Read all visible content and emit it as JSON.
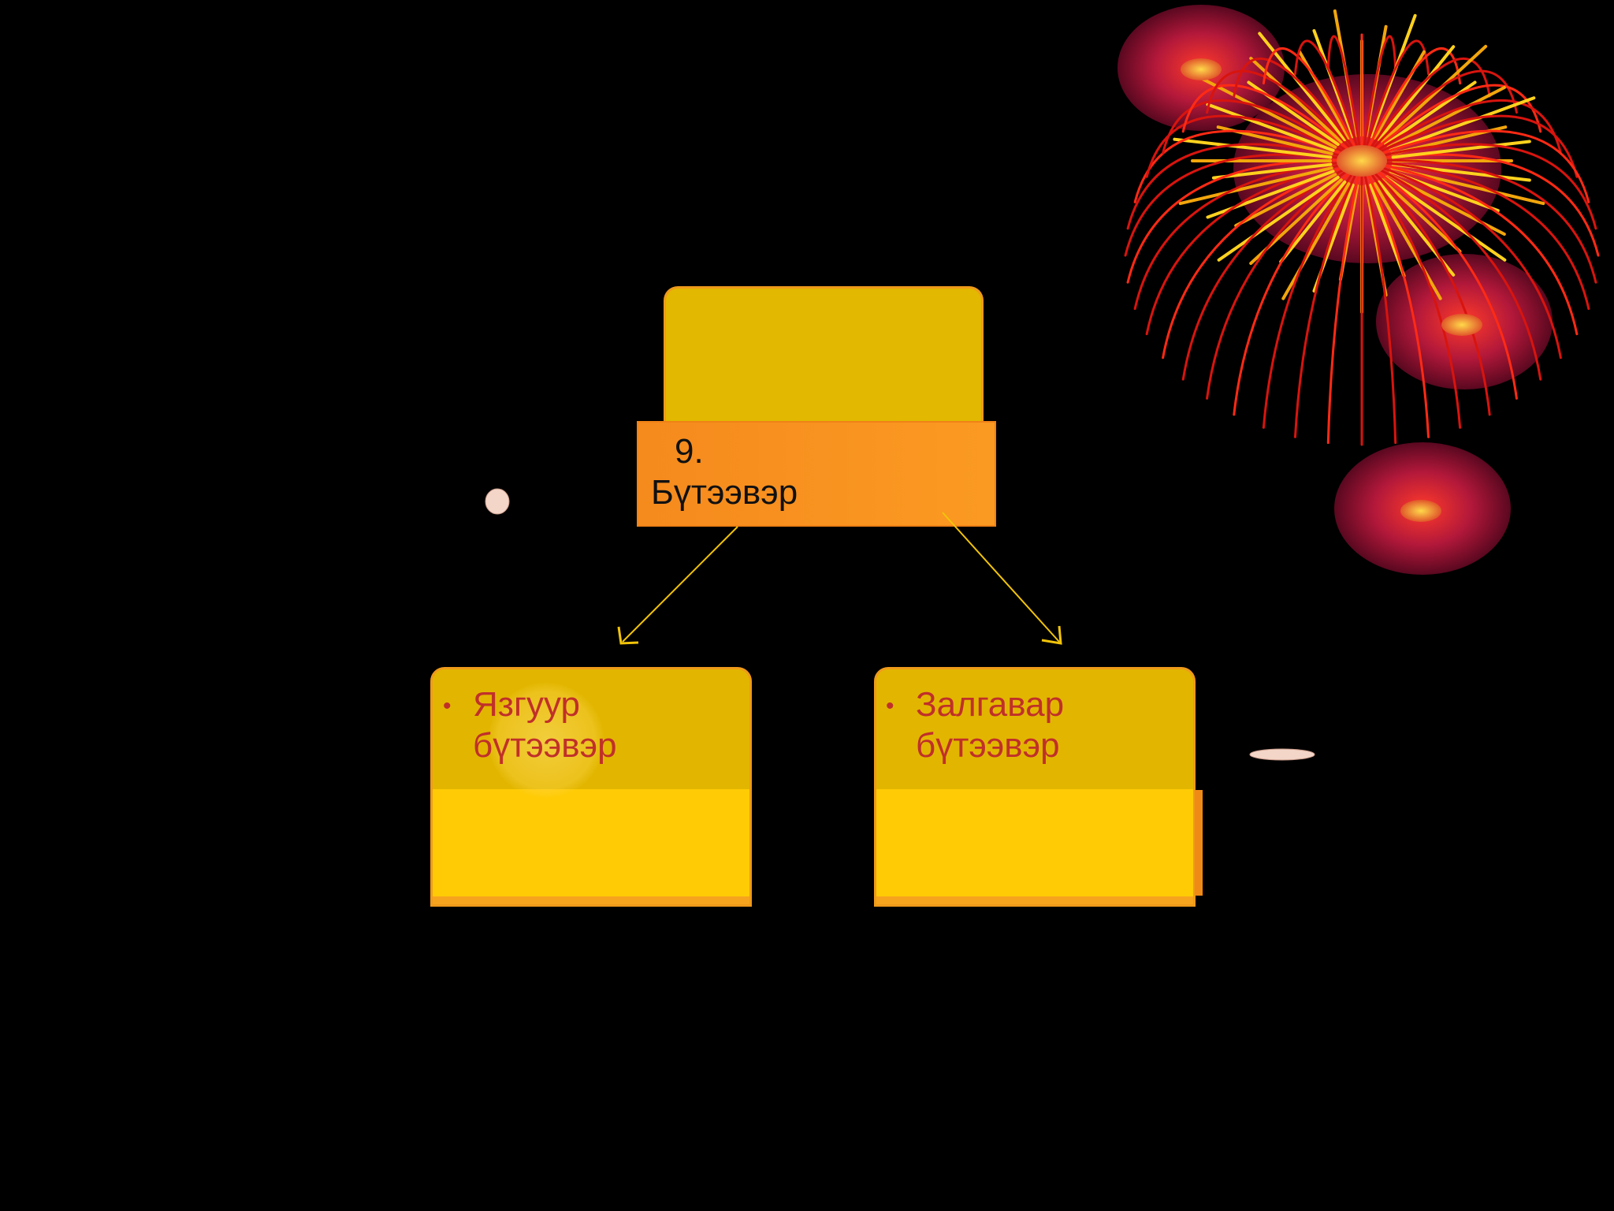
{
  "diagram": {
    "root": {
      "number": "9.",
      "label": "Бүтээвэр"
    },
    "children": [
      {
        "bullet": "•",
        "label": "Язгуур бүтээвэр"
      },
      {
        "bullet": "•",
        "label": "Залгавар бүтээвэр"
      }
    ]
  },
  "colors": {
    "background": "#000000",
    "box_yellow": "#e2b600",
    "box_yellow_light": "#ffcb05",
    "band_orange": "#f7901e",
    "child_text_red": "#c0302a",
    "arrow_yellow": "#f2c40a"
  },
  "icons": [
    "fireworks-decoration",
    "dot-decoration",
    "dash-decoration"
  ]
}
